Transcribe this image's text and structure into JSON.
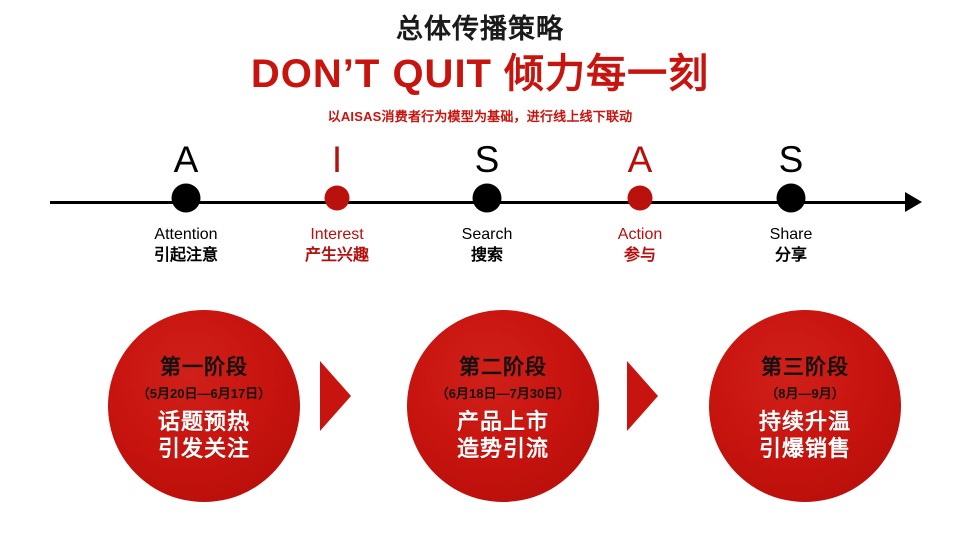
{
  "header": {
    "title": "总体传播策略",
    "slogan": "DON’T QUIT 倾力每一刻",
    "subtitle": "以AISAS消费者行为模型为基础，进行线上线下联动"
  },
  "timeline": {
    "nodes": [
      {
        "letter": "A",
        "english": "Attention",
        "chinese": "引起注意",
        "color": "#000000",
        "accent": "black"
      },
      {
        "letter": "I",
        "english": "Interest",
        "chinese": "产生兴趣",
        "color": "#b5100c",
        "accent": "red"
      },
      {
        "letter": "S",
        "english": "Search",
        "chinese": "搜索",
        "color": "#000000",
        "accent": "black"
      },
      {
        "letter": "A",
        "english": "Action",
        "chinese": "参与",
        "color": "#b5100c",
        "accent": "red"
      },
      {
        "letter": "S",
        "english": "Share",
        "chinese": "分享",
        "color": "#000000",
        "accent": "black"
      }
    ]
  },
  "phases": [
    {
      "stage": "第一阶段",
      "date": "（5月20日—6月17日）",
      "line1": "话题预热",
      "line2": "引发关注"
    },
    {
      "stage": "第二阶段",
      "date": "（6月18日—7月30日）",
      "line1": "产品上市",
      "line2": "造势引流"
    },
    {
      "stage": "第三阶段",
      "date": "（8月—9月）",
      "line1": "持续升温",
      "line2": "引爆销售"
    }
  ],
  "colors": {
    "brand_red": "#c8140f",
    "accent_red": "#b5100c",
    "black": "#000000",
    "white": "#ffffff",
    "background": "#ffffff"
  }
}
